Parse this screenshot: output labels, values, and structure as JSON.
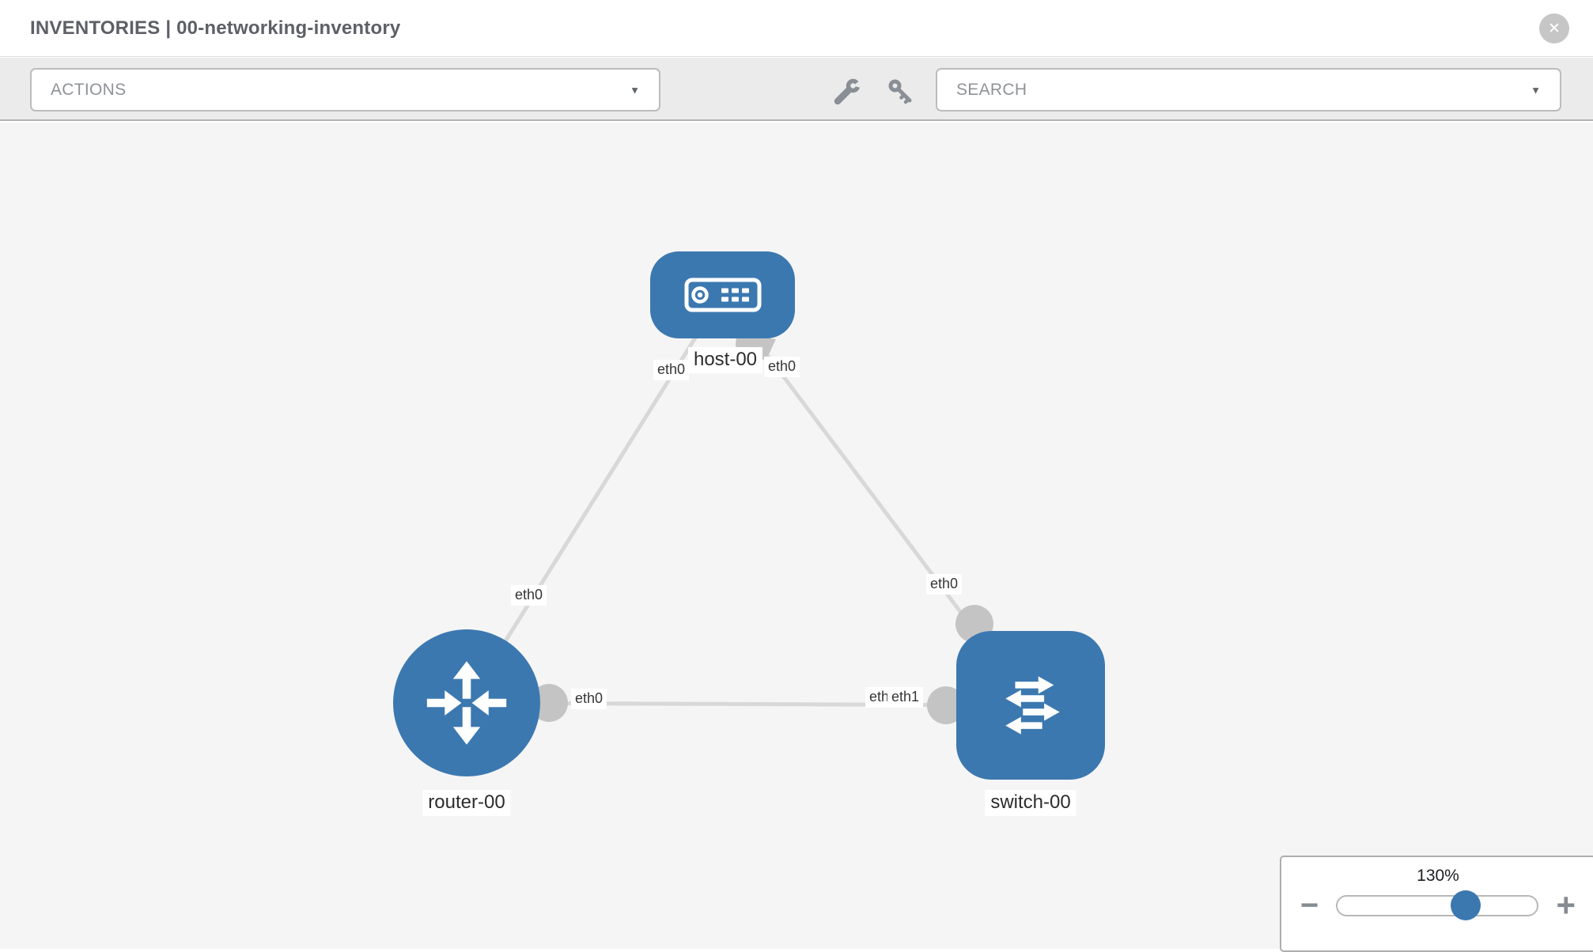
{
  "header": {
    "title": "INVENTORIES | 00-networking-inventory",
    "close_glyph": "✕"
  },
  "toolbar": {
    "actions_label": "ACTIONS",
    "search_label": "SEARCH",
    "caret_glyph": "▼",
    "icons": [
      "wrench-icon",
      "key-icon"
    ]
  },
  "topology": {
    "nodes": [
      {
        "label": "host-00",
        "type": "host"
      },
      {
        "label": "router-00",
        "type": "router"
      },
      {
        "label": "switch-00",
        "type": "switch"
      }
    ],
    "links": [
      {
        "source": "host-00",
        "target": "router-00"
      },
      {
        "source": "host-00",
        "target": "switch-00"
      },
      {
        "source": "router-00",
        "target": "switch-00"
      }
    ],
    "interfaces": {
      "host_router_at_host": "eth0",
      "host_switch_at_host": "eth0",
      "host_router_at_router": "eth0",
      "router_switch_at_router": "eth0",
      "host_switch_at_switch": "eth0",
      "router_switch_at_switch_under": "eth0",
      "router_switch_at_switch": "eth1"
    }
  },
  "zoom": {
    "value": "130%",
    "minus_glyph": "−",
    "plus_glyph": "+"
  },
  "colors": {
    "node_blue": "#3c78b0",
    "link_gray": "#d8d8d8",
    "connector_gray": "#c4c4c4",
    "canvas_bg": "#f5f5f5",
    "toolbar_bg": "#ebebeb"
  }
}
